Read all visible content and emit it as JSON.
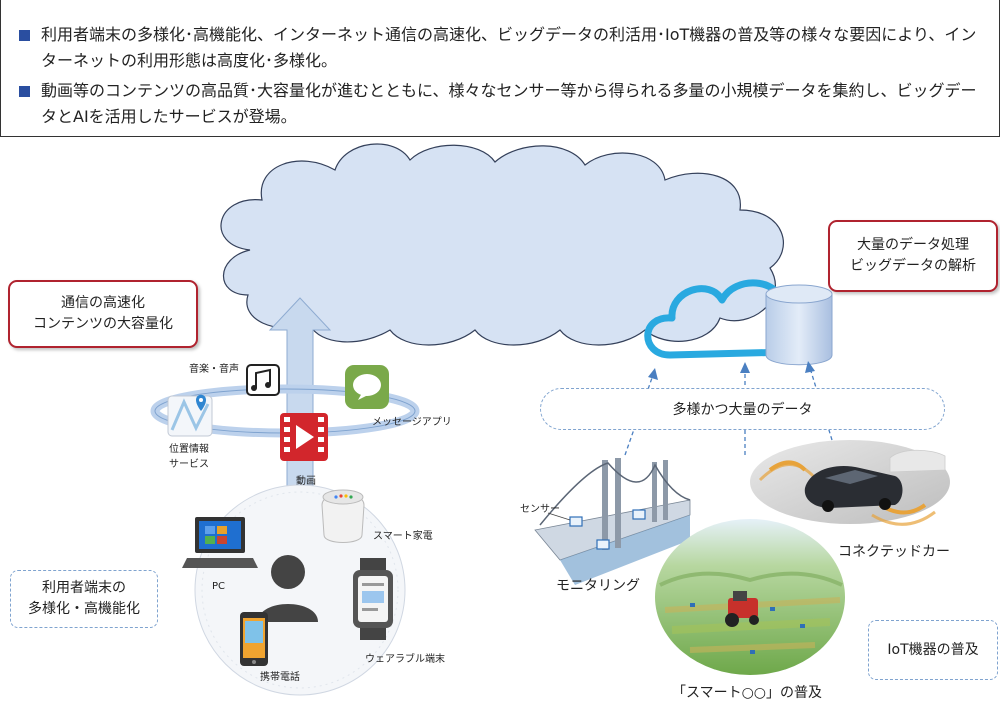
{
  "bullets": [
    "利用者端末の多様化･高機能化、インターネット通信の高速化、ビッグデータの利活用･IoT機器の普及等の様々な要因により、インターネットの利用形態は高度化･多様化。",
    "動画等のコンテンツの高品質･大容量化が進むとともに、様々なセンサー等から得られる多量の小規模データを集約し、ビッグデータとAIを活用したサービスが登場。"
  ],
  "callouts": {
    "speed_line1": "通信の高速化",
    "speed_line2": "コンテンツの大容量化",
    "bigdata_line1": "大量のデータ処理",
    "bigdata_line2": "ビッグデータの解析",
    "device_line1": "利用者端末の",
    "device_line2": "多様化・高機能化",
    "iot": "IoT機器の普及",
    "diverse_data": "多様かつ大量のデータ"
  },
  "services": {
    "music": "音楽・音声",
    "message": "メッセージアプリ",
    "location_line1": "位置情報",
    "location_line2": "サービス",
    "video": "動画"
  },
  "devices": {
    "pc": "PC",
    "smart_appliance": "スマート家電",
    "wearable": "ウェアラブル端末",
    "mobile": "携帯電話"
  },
  "iot_labels": {
    "sensor": "センサー",
    "monitoring": "モニタリング",
    "connected_car": "コネクテッドカー",
    "smart_spread": "「スマート○○」の普及"
  },
  "colors": {
    "accent_red": "#b0232f",
    "cloud_fill": "#d6e2f3",
    "arrow_blue": "#c8d9ee",
    "cloud_icon_blue": "#29a9e0",
    "bullet_square": "#2a4ea0"
  }
}
